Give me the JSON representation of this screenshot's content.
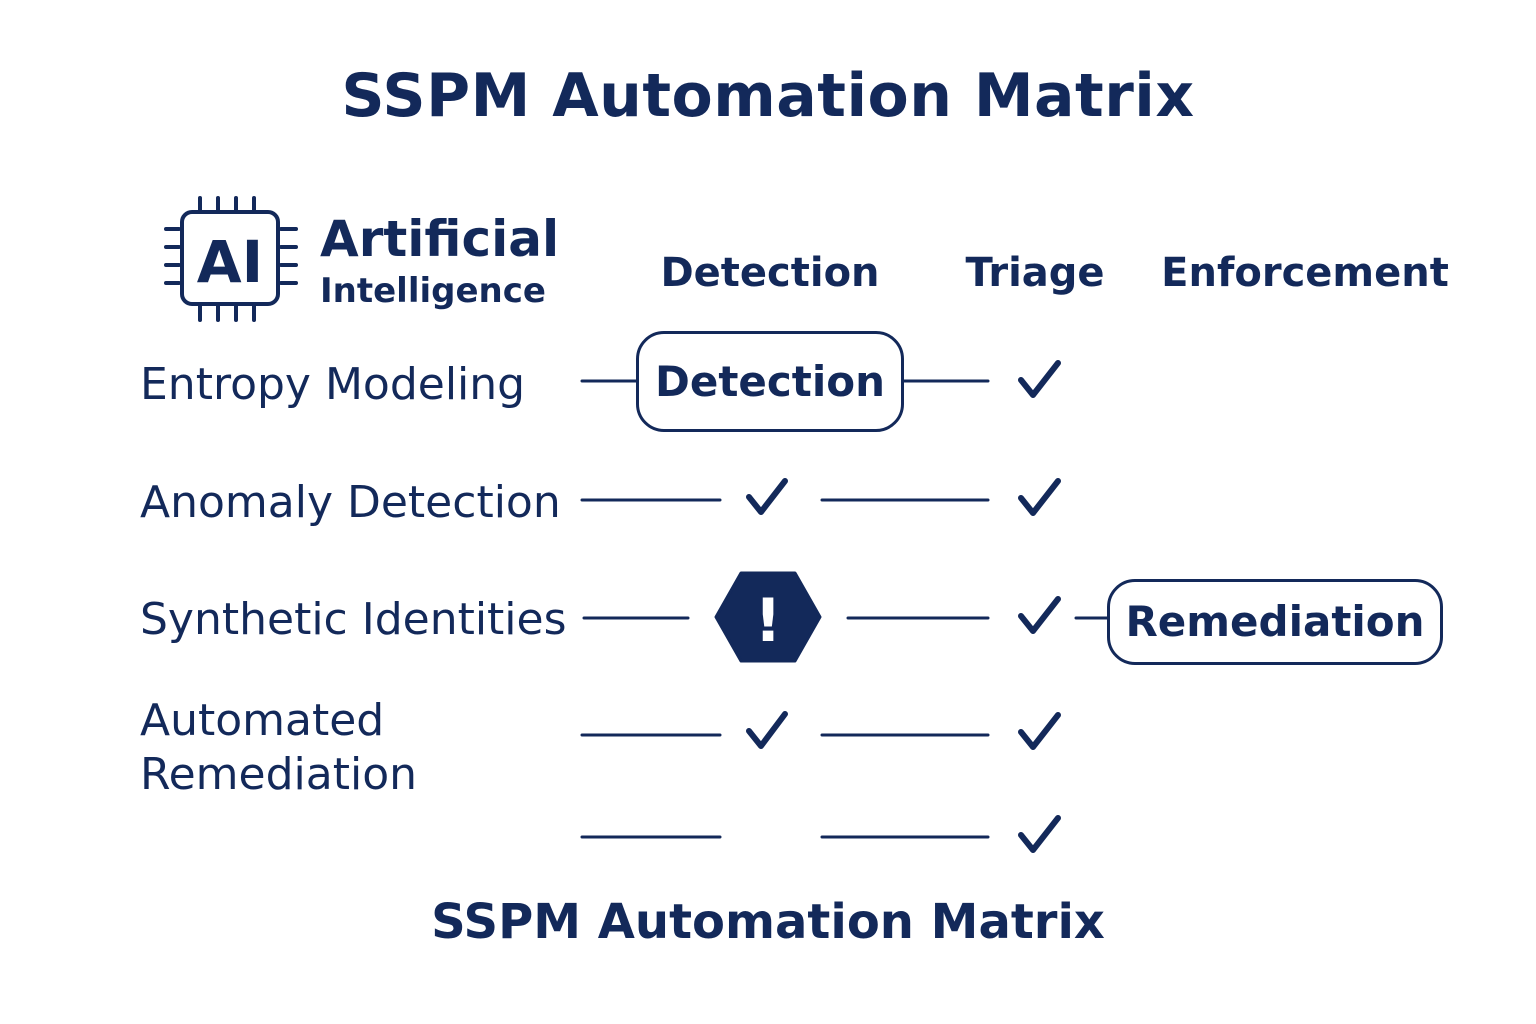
{
  "title": "SSPM Automation Matrix",
  "footer_title": "SSPM Automation Matrix",
  "brand": {
    "chip_text": "AI",
    "line1": "Artificial",
    "line2": "Intelligence",
    "icon": "ai-chip-icon"
  },
  "columns": [
    "Detection",
    "Triage",
    "Enforcement"
  ],
  "rows": [
    {
      "label": "Entropy Modeling",
      "detection": "callout",
      "triage": "check",
      "enforcement": null
    },
    {
      "label": "Anomaly Detection",
      "detection": "check",
      "triage": "check",
      "enforcement": null
    },
    {
      "label": "Synthetic Identities",
      "detection": "alert",
      "triage": "check",
      "enforcement": "callout"
    },
    {
      "label_line1": "Automated",
      "label_line2": "Remediation",
      "detection": "check",
      "triage": "check",
      "enforcement": null
    },
    {
      "label": "",
      "detection": null,
      "triage": "check",
      "enforcement": null
    }
  ],
  "callouts": {
    "detection": "Detection",
    "remediation": "Remediation"
  },
  "alert": {
    "symbol": "!",
    "icon": "alert-hexagon-icon"
  },
  "colors": {
    "ink": "#13295a",
    "background": "#ffffff"
  }
}
